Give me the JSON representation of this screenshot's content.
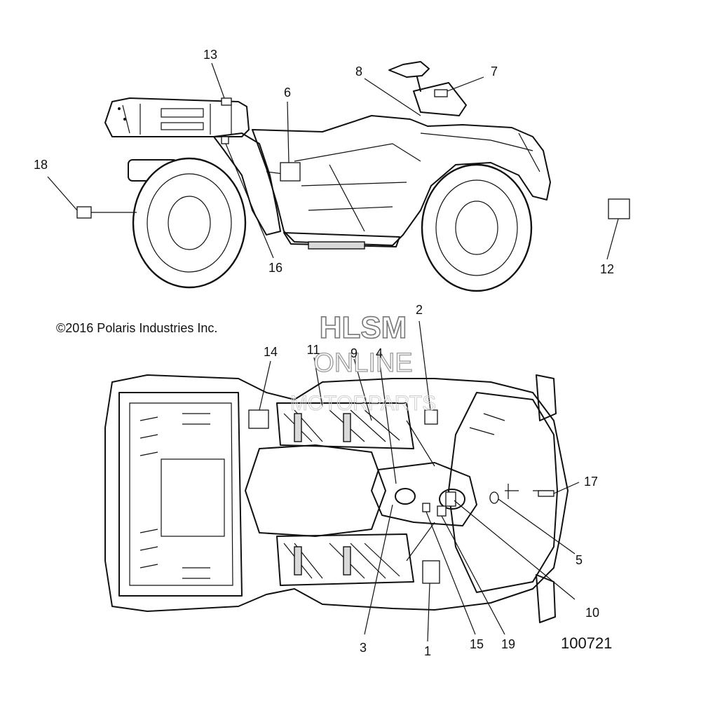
{
  "copyright": "©2016 Polaris Industries Inc.",
  "drawing_number": "100721",
  "watermark": {
    "line1": "HLSM",
    "line2": "ONLINE",
    "line3": "MOTORPARTS"
  },
  "callouts": [
    {
      "id": "c1",
      "label": "1"
    },
    {
      "id": "c2",
      "label": "2"
    },
    {
      "id": "c3",
      "label": "3"
    },
    {
      "id": "c4",
      "label": "4"
    },
    {
      "id": "c5",
      "label": "5"
    },
    {
      "id": "c6",
      "label": "6"
    },
    {
      "id": "c7",
      "label": "7"
    },
    {
      "id": "c8",
      "label": "8"
    },
    {
      "id": "c9",
      "label": "9"
    },
    {
      "id": "c10",
      "label": "10"
    },
    {
      "id": "c11",
      "label": "11"
    },
    {
      "id": "c12",
      "label": "12"
    },
    {
      "id": "c13",
      "label": "13"
    },
    {
      "id": "c14",
      "label": "14"
    },
    {
      "id": "c15",
      "label": "15"
    },
    {
      "id": "c16",
      "label": "16"
    },
    {
      "id": "c17",
      "label": "17"
    },
    {
      "id": "c18",
      "label": "18"
    },
    {
      "id": "c19",
      "label": "19"
    }
  ]
}
